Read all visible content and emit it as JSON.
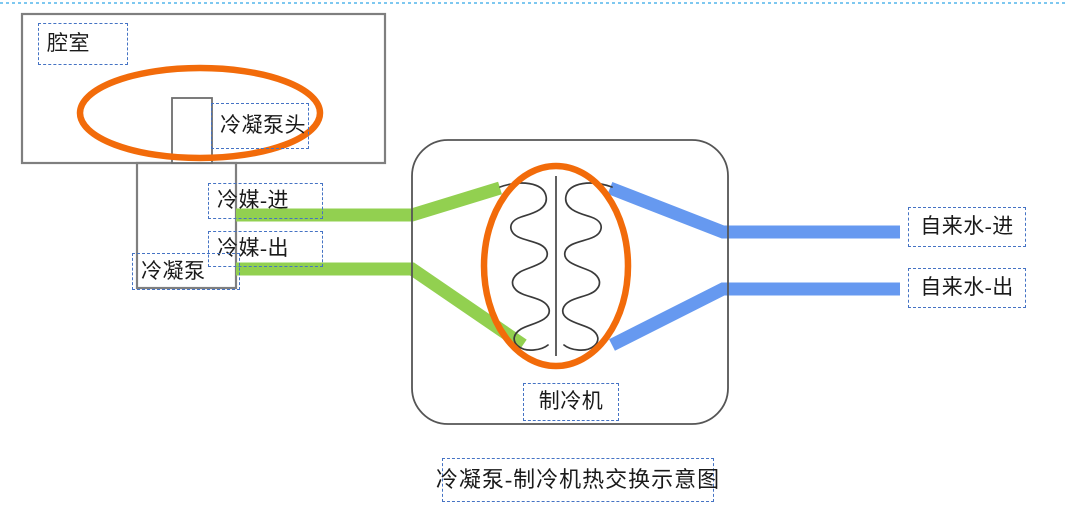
{
  "diagram": {
    "caption": "冷凝泵-制冷机热交换示意图",
    "labels": {
      "chamber": "腔室",
      "pump_head": "冷凝泵头",
      "refrigerant_in": "冷媒-进",
      "refrigerant_out": "冷媒-出",
      "condensate_pump": "冷凝泵",
      "chiller": "制冷机",
      "tap_water_in": "自来水-进",
      "tap_water_out": "自来水-出"
    },
    "colors": {
      "refrigerant_pipe": "#92D050",
      "water_pipe": "#6699F0",
      "highlight_ellipse": "#F26B0A",
      "box_outline": "#7F7F7F",
      "label_border": "#4573C4",
      "coil_stroke": "#3A3A3A",
      "top_rule": "#7EC8F0"
    },
    "shapes": {
      "chamber_box": "rectangle",
      "pump_box": "rectangle",
      "pump_head_shaft": "rectangle",
      "chiller_box": "rounded-rectangle",
      "heat_exchanger": "dual-serpentine-coil",
      "highlight_pump": "ellipse",
      "highlight_exchanger": "ellipse"
    }
  }
}
